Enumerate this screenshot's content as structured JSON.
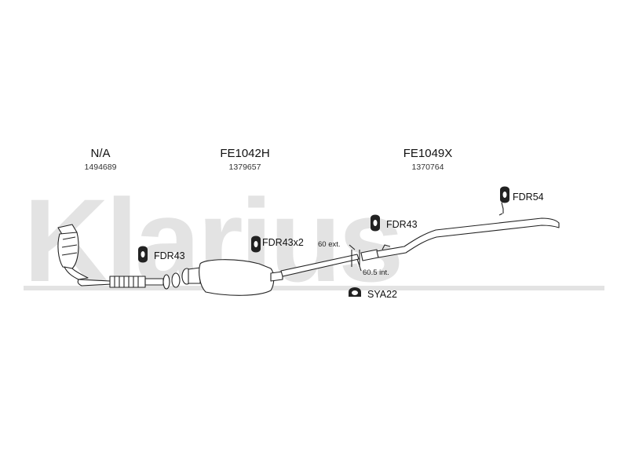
{
  "watermark": "Klarius",
  "parts": [
    {
      "code": "N/A",
      "number": "1494689"
    },
    {
      "code": "FE1042H",
      "number": "1379657"
    },
    {
      "code": "FE1049X",
      "number": "1370764"
    }
  ],
  "accessories": [
    {
      "label": "FDR43"
    },
    {
      "label": "FDR43x2"
    },
    {
      "label": "FDR43"
    },
    {
      "label": "FDR54"
    },
    {
      "label": "SYA22"
    }
  ],
  "dimensions": {
    "ext": "60 ext.",
    "int": "60.5 int."
  }
}
